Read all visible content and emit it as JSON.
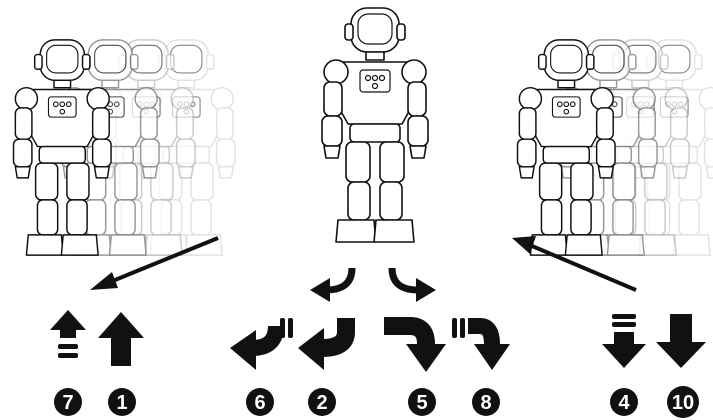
{
  "labels": {
    "forward": "1",
    "turn_left": "2",
    "backward": "4",
    "turn_right": "5",
    "spin_left": "6",
    "forward_run": "7",
    "spin_right": "8",
    "backward_run": "10"
  },
  "icons": {
    "forward_arrow": "arrow-up-icon",
    "forward_run_arrow": "arrow-up-double-bar-icon",
    "turn_left_arrow": "curve-left-down-icon",
    "spin_left_arrow": "curve-left-double-bar-icon",
    "turn_right_arrow": "curve-right-down-icon",
    "spin_right_arrow": "curve-right-double-bar-icon",
    "backward_arrow": "arrow-down-icon",
    "backward_run_arrow": "arrow-down-triple-bar-icon"
  }
}
